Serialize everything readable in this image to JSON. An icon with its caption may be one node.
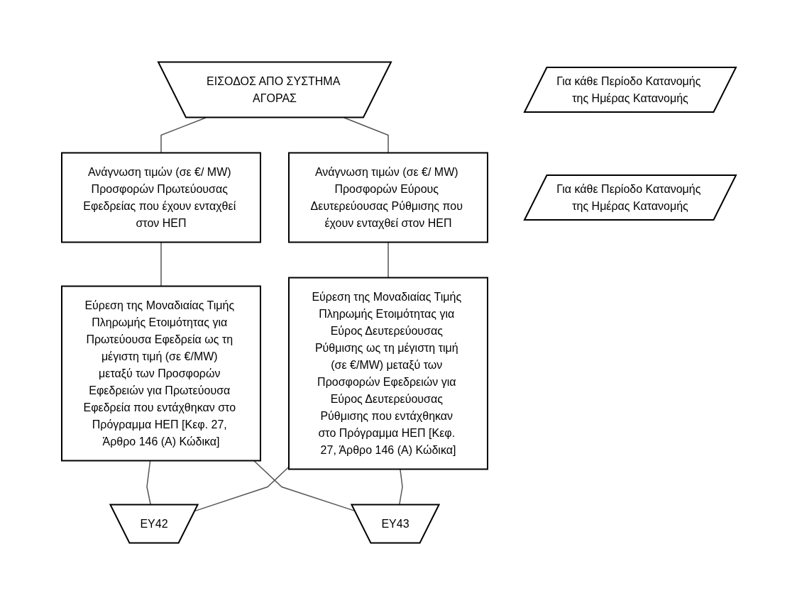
{
  "diagram": {
    "nodes": [
      {
        "text": [
          "ΕΙΣΟΔΟΣ ΑΠΟ ΣΥΣΤΗΜΑ ΑΓΟΡΑΣ"
        ]
      },
      {
        "text": [
          "Για κάθε Περίοδο Κατανομής της Ημέρας Κατανομής"
        ]
      },
      {
        "text": [
          "Ανάγνωση τιμών (σε €/ MW) Προσφορών Πρωτεύουσας Εφεδρείας που έχουν ενταχθεί στον ΗΕΠ"
        ]
      },
      {
        "text": [
          "Ανάγνωση τιμών (σε €/ MW) Προσφορών Εύρους Δευτερεύουσας Ρύθμισης που έχουν ενταχθεί στον ΗΕΠ"
        ]
      },
      {
        "text": [
          "Για κάθε Περίοδο Κατανομής της Ημέρας Κατανομής"
        ]
      },
      {
        "text": [
          "Εύρεση της Μοναδιαίας Τιμής Πληρωμής Ετοιμότητας για Πρωτεύουσα Εφεδρεία ως τη μέγιστη τιμή (σε €/MW) μεταξύ των Προσφορών Εφεδρειών για Πρωτεύουσα Εφεδρεία που εντάχθηκαν στο Πρόγραμμα ΗΕΠ [Κεφ. 27, Άρθρο 146 (Α) Κώδικα]"
        ]
      },
      {
        "text": [
          "Εύρεση της Μοναδιαίας Τιμής Πληρωμής Ετοιμότητας για Εύρος Δευτερεύουσας Ρύθμισης ως τη μέγιστη τιμή (σε €/MW) μεταξύ των Προσφορών Εφεδρειών για Εύρος Δευτερεύουσας Ρύθμισης που εντάχθηκαν στο Πρόγραμμα ΗΕΠ [Κεφ. 27, Άρθρο 146 (Α) Κώδικα]"
        ]
      },
      {
        "text": [
          "ΕΥ42"
        ]
      },
      {
        "text": [
          "ΕΥ43"
        ]
      }
    ],
    "edges": [
      {
        "from": 0,
        "to": 2,
        "arrow": "none"
      },
      {
        "from": 0,
        "to": 3,
        "arrow": "none"
      },
      {
        "from": 2,
        "to": 5,
        "arrow": "none"
      },
      {
        "from": 3,
        "to": 6,
        "arrow": "none"
      },
      {
        "from": 5,
        "to": 7,
        "arrow": "none"
      },
      {
        "from": 5,
        "to": 8,
        "arrow": "none"
      },
      {
        "from": 6,
        "to": 7,
        "arrow": "none"
      },
      {
        "from": 6,
        "to": 8,
        "arrow": "none"
      }
    ]
  }
}
